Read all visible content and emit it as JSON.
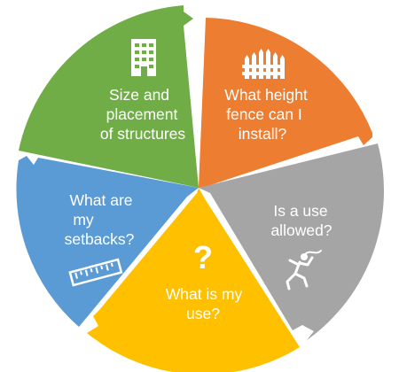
{
  "segments": [
    {
      "key": "structures",
      "color": "#70AD47",
      "icon": "building-icon",
      "lines": [
        "Size and",
        "placement",
        "of structures"
      ]
    },
    {
      "key": "fence",
      "color": "#ED7D31",
      "icon": "fence-icon",
      "lines": [
        "What height",
        "fence can I",
        "install?"
      ]
    },
    {
      "key": "allowed",
      "color": "#A5A5A5",
      "icon": "dancer-icon",
      "lines": [
        "Is a use",
        "allowed?"
      ]
    },
    {
      "key": "use",
      "color": "#FFC000",
      "icon": "question-mark-icon",
      "lines": [
        "What is my",
        "use?"
      ]
    },
    {
      "key": "setbacks",
      "color": "#5B9BD5",
      "icon": "ruler-icon",
      "lines": [
        "What are",
        "my",
        "setbacks?"
      ]
    }
  ]
}
